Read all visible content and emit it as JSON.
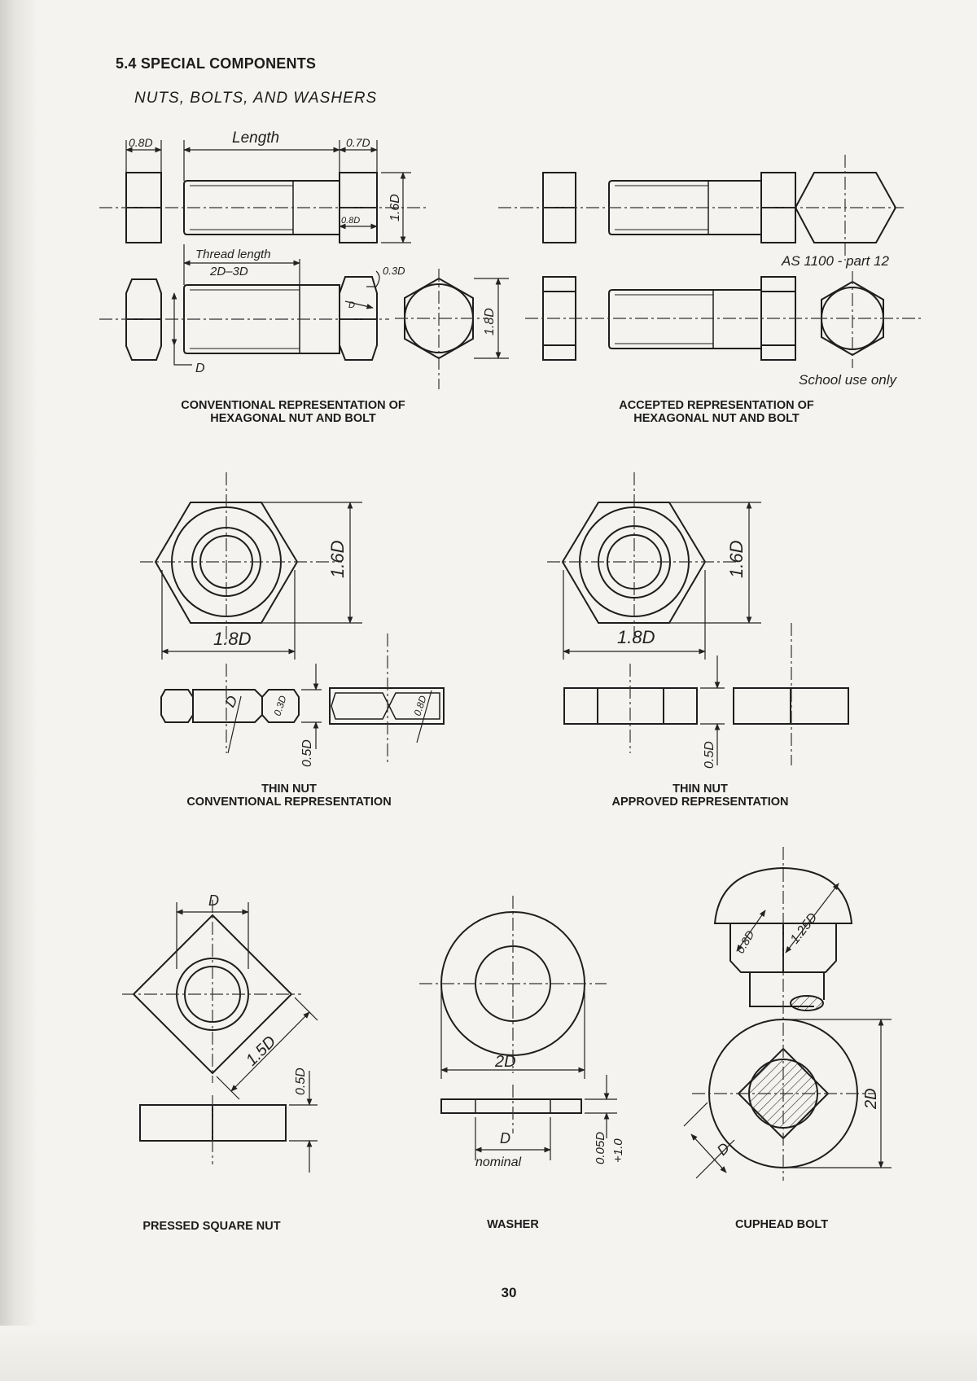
{
  "heading": "5.4 SPECIAL COMPONENTS",
  "subheading": "NUTS, BOLTS, AND WASHERS",
  "dims": {
    "d_08d": "0.8D",
    "length": "Length",
    "d_07d": "0.7D",
    "d_16d": "1.6D",
    "d_08d_small": "0.8D",
    "thread_length": "Thread length",
    "d_2d_3d": "2D–3D",
    "d_03d": "0.3D",
    "d_d": "D",
    "d_18d": "1.8D",
    "d_05d": "0.5D",
    "d_15d": "1.5D",
    "d_2d": "2D",
    "nominal": "nominal",
    "d_005d": "0.05D",
    "d_plus10": "+1.0",
    "d_125d": "1.25D"
  },
  "notes": {
    "standard": "AS 1100 - part 12",
    "school": "School use only"
  },
  "captions": {
    "conv_bolt": [
      "CONVENTIONAL REPRESENTATION OF",
      "HEXAGONAL NUT AND BOLT"
    ],
    "acc_bolt": [
      "ACCEPTED REPRESENTATION OF",
      "HEXAGONAL NUT AND BOLT"
    ],
    "thin_conv": [
      "THIN NUT",
      "CONVENTIONAL REPRESENTATION"
    ],
    "thin_appr": [
      "THIN NUT",
      "APPROVED REPRESENTATION"
    ],
    "square_nut": "PRESSED SQUARE NUT",
    "washer": "WASHER",
    "cuphead": "CUPHEAD BOLT"
  },
  "page_number": "30"
}
